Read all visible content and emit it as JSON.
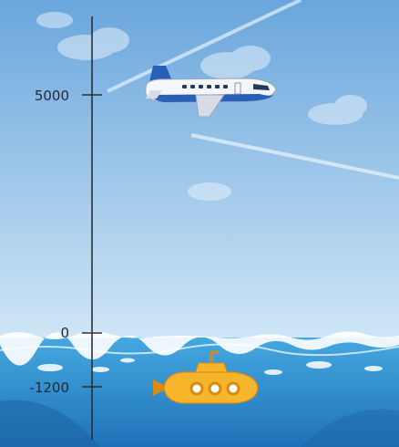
{
  "number_line": {
    "orientation": "vertical",
    "ticks": [
      {
        "value": 5000,
        "label": "5000"
      },
      {
        "value": 0,
        "label": "0"
      },
      {
        "value": -1200,
        "label": "-1200"
      }
    ]
  },
  "objects": [
    {
      "name": "airplane",
      "icon": "airplane-icon",
      "value": 5000
    },
    {
      "name": "submarine",
      "icon": "submarine-icon",
      "value": -1200
    }
  ],
  "colors": {
    "sky_top": "#6aa6dc",
    "sky_bottom": "#cfe6f6",
    "sea_top": "#3f9fd8",
    "sea_bottom": "#1f72b8",
    "foam": "#ffffff",
    "axis": "#2b2f36",
    "plane_body": "#f4f6fa",
    "plane_accent": "#2a5fb8",
    "sub_body": "#f6b52b",
    "sub_dark": "#d98a12"
  }
}
